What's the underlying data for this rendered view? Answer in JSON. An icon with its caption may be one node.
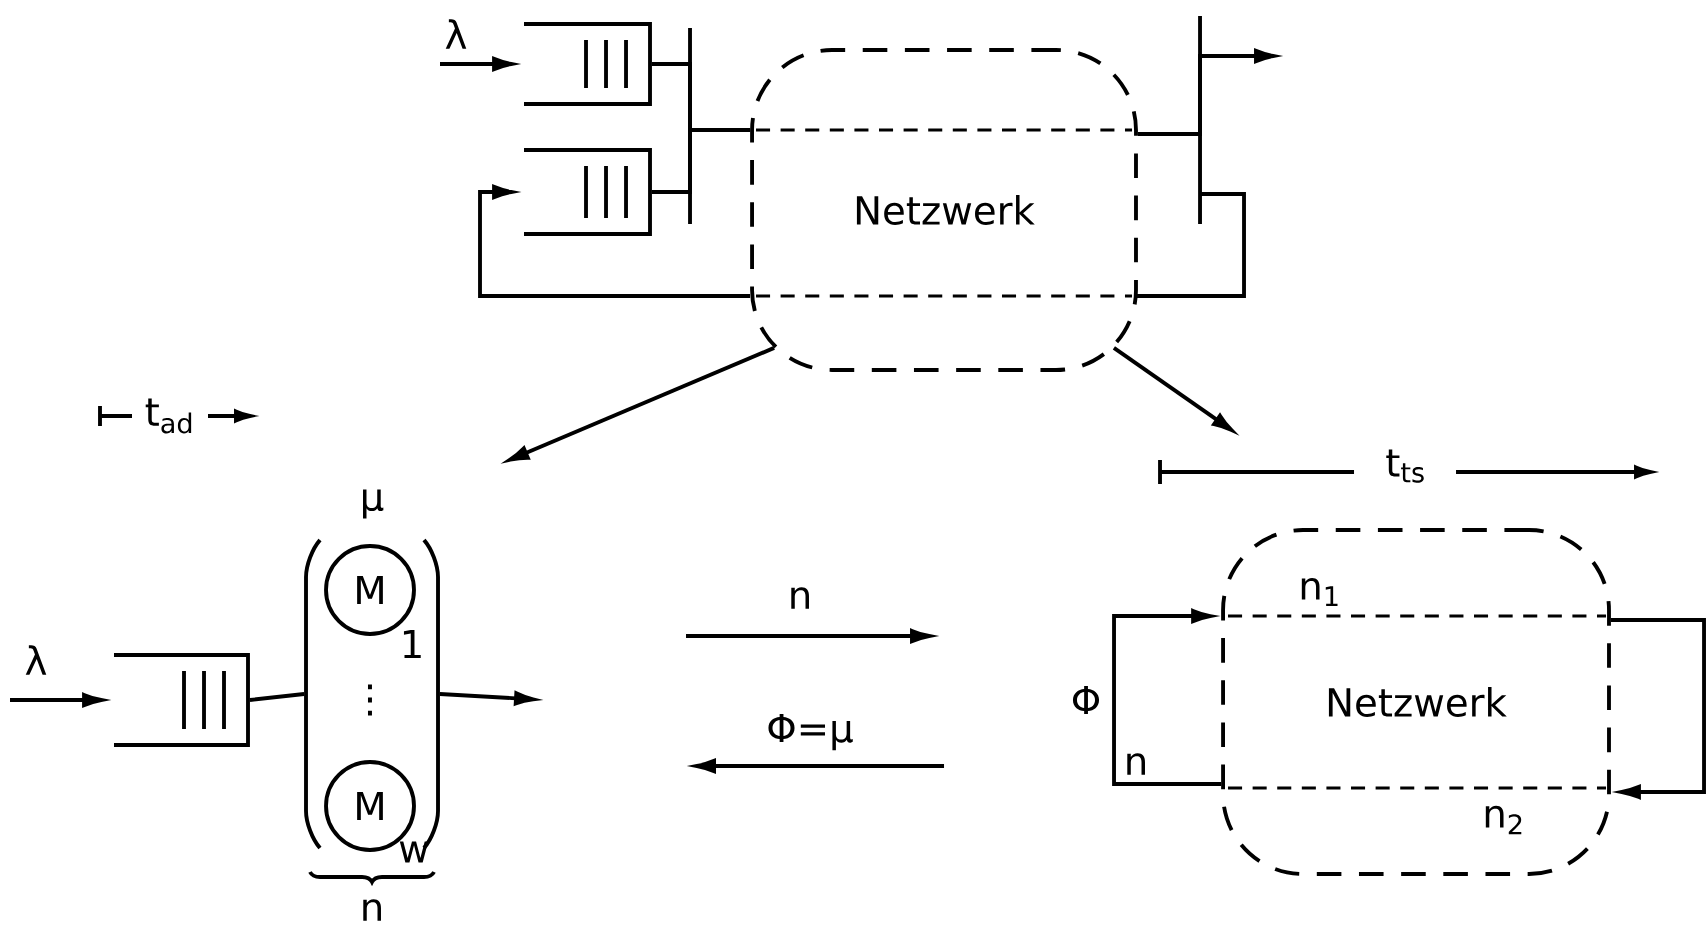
{
  "diagram": {
    "nodes": [
      {
        "text": [
          "Netzwerk"
        ]
      },
      {
        "text": [
          "Netzwerk"
        ]
      },
      {
        "text": [],
        "shape": "box"
      },
      {
        "text": [],
        "shape": "box"
      },
      {
        "text": [],
        "shape": "box"
      },
      {
        "text": [],
        "shape": "bracket",
        "beside": [
          "μ"
        ]
      },
      {
        "text": [
          "M"
        ],
        "in": 5,
        "beside": [
          "1"
        ]
      },
      {
        "text": [
          "M"
        ],
        "in": 5,
        "beside": [
          "w"
        ]
      }
    ],
    "edges": [
      {
        "from": null,
        "to": 2,
        "arrow": "to",
        "label": "λ"
      },
      {
        "from": 2,
        "to": 0,
        "arrow": "none"
      },
      {
        "from": 3,
        "to": 0,
        "arrow": "none"
      },
      {
        "from": 0,
        "to": null,
        "arrow": "to"
      },
      {
        "from": 0,
        "to": 3,
        "arrow": "to"
      },
      {
        "from": 0,
        "to": null,
        "arrow": "to"
      },
      {
        "from": 0,
        "to": null,
        "arrow": "to"
      },
      {
        "from": null,
        "to": 4,
        "arrow": "to",
        "label": "λ"
      },
      {
        "from": 4,
        "to": 5,
        "arrow": "none"
      },
      {
        "from": 5,
        "to": null,
        "arrow": "to"
      },
      {
        "from": 1,
        "to": 1,
        "arrow": "to",
        "label": "Φ"
      },
      {
        "from": 1,
        "to": 1,
        "arrow": "to"
      }
    ],
    "labels": [
      "t$_{ad}$",
      "t$_{ts}$",
      "n",
      "n$_{1}$",
      "⋮",
      "Φ=μ",
      "n",
      "n$_{2}$",
      "n"
    ]
  }
}
